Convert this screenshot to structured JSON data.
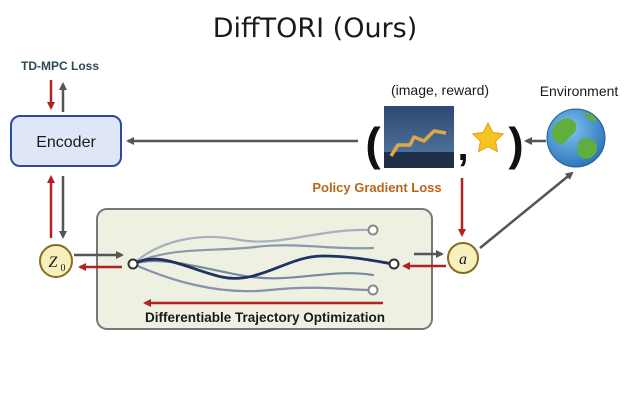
{
  "title": "DiffTORI (Ours)",
  "labels": {
    "td_mpc_loss": "TD-MPC Loss",
    "encoder": "Encoder",
    "image_reward": "(image, reward)",
    "environment": "Environment",
    "policy_gradient_loss": "Policy Gradient Loss",
    "z0": "Z",
    "z0_sub": "0",
    "action": "a",
    "trajectory_optimization": "Differentiable Trajectory Optimization",
    "open_paren": "(",
    "comma": ",",
    "close_paren": ")"
  },
  "colors": {
    "forward_arrow": "#555555",
    "gradient_arrow": "#b22222",
    "td_mpc_text": "#2b4a55",
    "policy_loss_text": "#b8661a",
    "encoder_fill": "#dfe6f7",
    "encoder_stroke": "#2d4a9c",
    "traj_box_fill": "#eef0e2",
    "node_fill": "#f6f0bd",
    "node_stroke": "#8a6a20",
    "best_traj": "#1d3463"
  },
  "icons": [
    "image-thumbnail-icon",
    "star-icon",
    "earth-globe-icon"
  ]
}
